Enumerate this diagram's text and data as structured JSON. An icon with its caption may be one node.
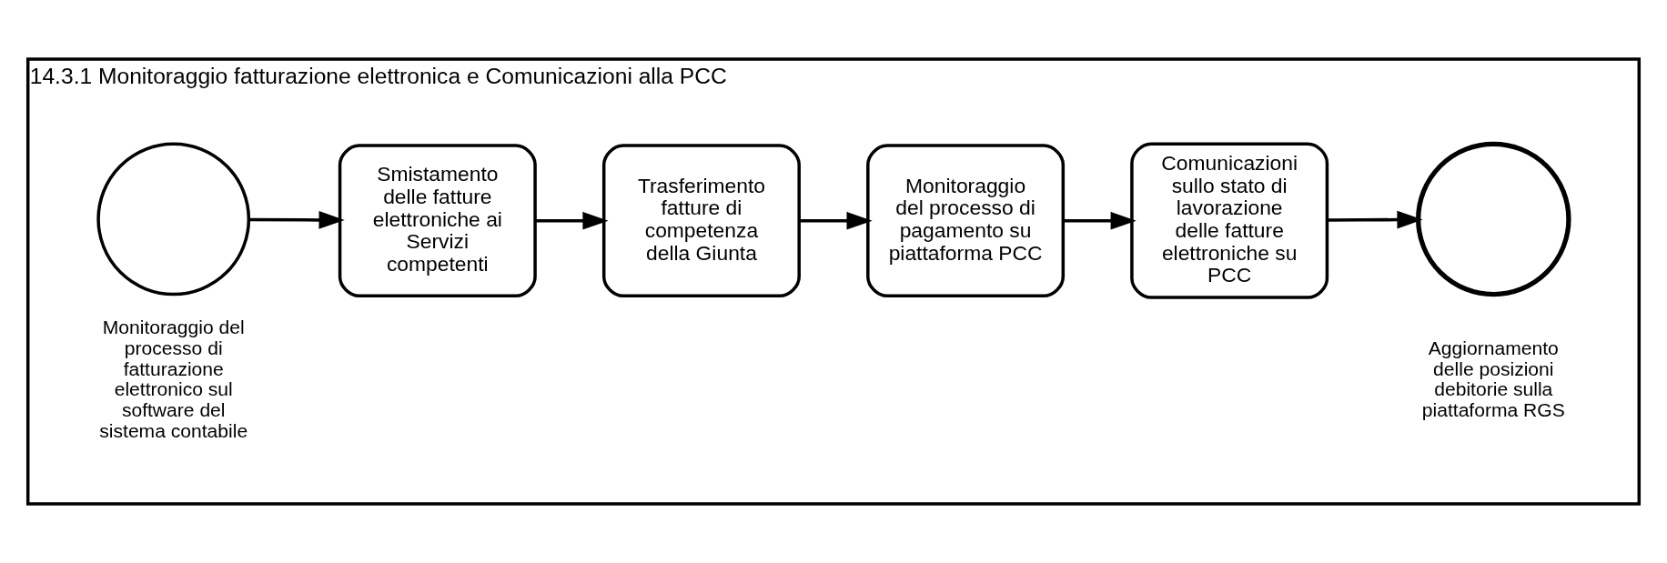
{
  "diagram": {
    "nodes": [
      {
        "text": [
          "14.3.1 Monitoraggio fatturazione elettronica e Comunicazioni alla PCC"
        ]
      },
      {
        "text": [],
        "shape": "circle",
        "in": 0,
        "beside": [
          "Monitoraggio del processo di fatturazione elettronico sul software del sistema contabile"
        ]
      },
      {
        "text": [
          "Smistamento delle fatture elettroniche ai Servizi competenti"
        ],
        "in": 0
      },
      {
        "text": [
          "Trasferimento fatture di competenza della Giunta"
        ],
        "in": 0
      },
      {
        "text": [
          "Monitoraggio del processo di pagamento su piattaforma PCC"
        ],
        "in": 0
      },
      {
        "text": [
          "Comunicazioni sullo stato di lavorazione delle fatture elettroniche su PCC"
        ],
        "in": 0
      },
      {
        "text": [],
        "shape": "circle",
        "in": 0,
        "beside": [
          "Aggiornamento delle posizioni debitorie sulla piattaforma RGS"
        ]
      }
    ],
    "edges": [
      {
        "from": 1,
        "to": 2,
        "arrow": "to"
      },
      {
        "from": 2,
        "to": 3,
        "arrow": "to"
      },
      {
        "from": 3,
        "to": 4,
        "arrow": "to"
      },
      {
        "from": 4,
        "to": 5,
        "arrow": "to"
      },
      {
        "from": 5,
        "to": 6,
        "arrow": "to"
      }
    ]
  }
}
